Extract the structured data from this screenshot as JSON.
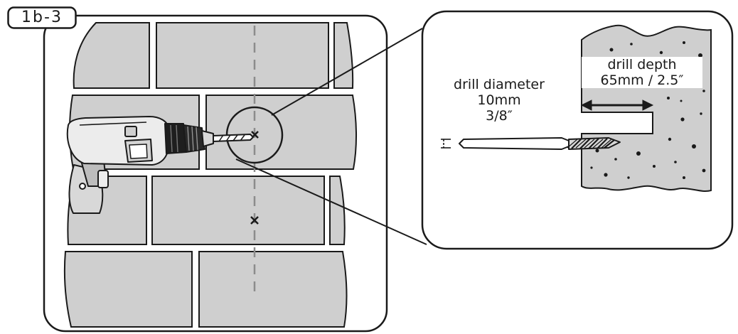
{
  "step": {
    "label": "1b-3"
  },
  "drill_diameter": {
    "title": "drill diameter",
    "metric": "10mm",
    "imperial": "3/8″"
  },
  "drill_depth": {
    "title": "drill depth",
    "value": "65mm / 2.5″"
  },
  "colors": {
    "brick": "#cfcfcf",
    "line": "#1a1a1a",
    "background": "#ffffff",
    "drill_dark": "#333333"
  }
}
